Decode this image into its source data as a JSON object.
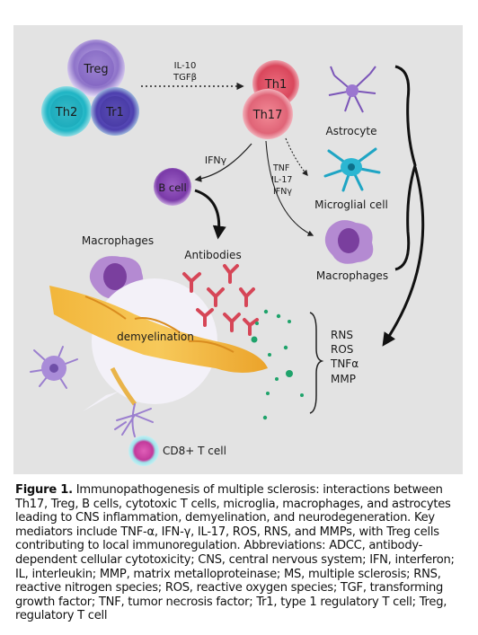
{
  "diagram": {
    "cells": {
      "treg": "Treg",
      "th2": "Th2",
      "tr1": "Tr1",
      "th1": "Th1",
      "th17": "Th17",
      "b_cell": "B cell"
    },
    "labels": {
      "il10": "IL-10",
      "tgfb": "TGFβ",
      "ifng": "IFNγ",
      "tnf": "TNF",
      "il17": "IL-17",
      "ifng_small": "IFNγ",
      "astrocyte": "Astrocyte",
      "microglial_cell": "Microglial cell",
      "macrophages_right": "Macrophages",
      "macrophages_left": "Macrophages",
      "antibodies": "Antibodies",
      "demyelination": "demyelination",
      "cd8_t_cell": "CD8+ T cell"
    },
    "mediators": [
      "RNS",
      "ROS",
      "TNFα",
      "MMP"
    ]
  },
  "caption": {
    "prefix": "Figure 1.",
    "text": " Immunopathogenesis of multiple sclerosis: interactions between Th17, Treg, B cells, cytotoxic T cells, microglia, macrophages, and astrocytes leading to CNS inflammation, demyelination, and neurodegeneration. Key mediators include TNF-α, IFN-γ, IL-17, ROS, RNS, and MMPs, with Treg cells contributing to local immunoregulation. Abbreviations: ADCC, antibody-dependent cellular cytotoxicity; CNS, central nervous system; IFN, interferon; IL, interleukin; MMP, matrix metalloproteinase; MS, multiple sclerosis; RNS, reactive nitrogen species; ROS, reactive oxygen species; TGF, transforming growth factor; TNF, tumor necrosis factor; Tr1, type 1 regulatory T cell; Treg, regulatory T cell"
  }
}
